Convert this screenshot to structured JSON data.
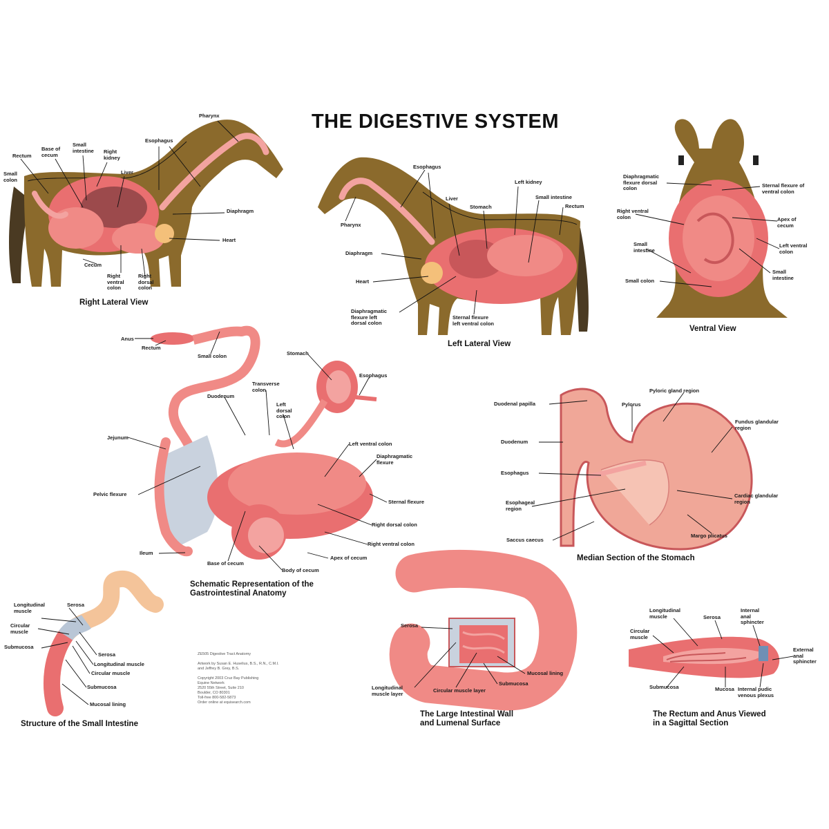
{
  "title": "THE DIGESTIVE SYSTEM",
  "captions": {
    "right_lateral": "Right Lateral View",
    "left_lateral": "Left Lateral View",
    "ventral": "Ventral View",
    "schematic": "Schematic Representation of the\nGastrointestinal Anatomy",
    "stomach_section": "Median Section of the Stomach",
    "small_intestine": "Structure of the Small Intestine",
    "large_intestine": "The Large Intestinal Wall\nand Lumenal Surface",
    "rectum": "The Rectum and Anus Viewed\nin a Sagittal Section"
  },
  "labels": {
    "right_lateral": {
      "pharynx": "Pharynx",
      "esophagus": "Esophagus",
      "rectum": "Rectum",
      "small_colon": "Small\ncolon",
      "base_of_cecum": "Base of\ncecum",
      "small_intestine": "Small\nintestine",
      "right_kidney": "Right\nkidney",
      "liver": "Liver",
      "diaphragm": "Diaphragm",
      "heart": "Heart",
      "cecum": "Cecum",
      "right_ventral_colon": "Right\nventral\ncolon",
      "right_dorsal_colon": "Right\ndorsal\ncolon"
    },
    "left_lateral": {
      "esophagus": "Esophagus",
      "left_kidney": "Left kidney",
      "liver": "Liver",
      "stomach": "Stomach",
      "small_intestine": "Small intestine",
      "rectum": "Rectum",
      "pharynx": "Pharynx",
      "diaphragm": "Diaphragm",
      "heart": "Heart",
      "diaphragmatic_flexure": "Diaphragmatic\nflexure left\ndorsal colon",
      "sternal_flexure": "Sternal flexure\nleft ventral colon"
    },
    "ventral": {
      "diaphragmatic_flexure": "Diaphragmatic\nflexure dorsal\ncolon",
      "sternal_flexure": "Sternal flexure of\nventral colon",
      "right_ventral_colon": "Right ventral\ncolon",
      "apex_of_cecum": "Apex of\ncecum",
      "small_intestine_left": "Small\nintestine",
      "left_ventral_colon": "Left ventral\ncolon",
      "small_intestine_right": "Small\nintestine",
      "small_colon": "Small colon"
    },
    "schematic": {
      "anus": "Anus",
      "rectum": "Rectum",
      "small_colon": "Small colon",
      "stomach": "Stomach",
      "esophagus": "Esophagus",
      "duodenum": "Duodenum",
      "transverse_colon": "Transverse\ncolon",
      "left_dorsal_colon": "Left\ndorsal\ncolon",
      "jejunum": "Jejunum",
      "left_ventral_colon": "Left ventral colon",
      "diaphragmatic_flexure": "Diaphragmatic\nflexure",
      "pelvic_flexure": "Pelvic flexure",
      "sternal_flexure": "Sternal flexure",
      "right_dorsal_colon": "Right dorsal colon",
      "right_ventral_colon": "Right ventral colon",
      "ileum": "Ileum",
      "base_of_cecum": "Base of cecum",
      "apex_of_cecum": "Apex of cecum",
      "body_of_cecum": "Body of cecum"
    },
    "stomach_section": {
      "duodenal_papilla": "Duodenal papilla",
      "pylorus": "Pylorus",
      "pyloric_gland": "Pyloric gland region",
      "fundus": "Fundus glandular\nregion",
      "duodenum": "Duodenum",
      "esophagus": "Esophagus",
      "esophageal_region": "Esophageal\nregion",
      "cardiac": "Cardiac glandular\nregion",
      "saccus": "Saccus caecus",
      "margo": "Margo plicatus"
    },
    "small_intestine": {
      "longitudinal_muscle_top": "Longitudinal\nmuscle",
      "serosa_top": "Serosa",
      "circular_muscle_top": "Circular\nmuscle",
      "submucosa_top": "Submucosa",
      "serosa": "Serosa",
      "longitudinal_muscle": "Longitudinal muscle",
      "circular_muscle": "Circular muscle",
      "submucosa": "Submucosa",
      "mucosal_lining": "Mucosal lining"
    },
    "large_intestine": {
      "serosa": "Serosa",
      "mucosal_lining": "Mucosal lining",
      "submucosa": "Submucosa",
      "longitudinal_muscle": "Longitudinal\nmuscle layer",
      "circular_muscle": "Circular muscle layer"
    },
    "rectum": {
      "longitudinal_muscle": "Longitudinal\nmuscle",
      "serosa": "Serosa",
      "internal_sphincter": "Internal\nanal\nsphincter",
      "circular_muscle": "Circular\nmuscle",
      "external_sphincter": "External\nanal\nsphincter",
      "submucosa": "Submucosa",
      "mucosa": "Mucosa",
      "pudic": "Internal pudic\nvenous plexus"
    }
  },
  "credits": "ZE505 Digestive Tract Anatomy\n\nArtwork by Susan E. Huselius, B.S., R.N., C.M.I.\nand Jeffrey B. Grey, B.S.\n\nCopyright 2003    Cruz Bay Publishing\n                  Equine Network\n                  2520 55th Street, Suite 210\n                  Boulder, CO 80301\n                  Toll-free 800-582-5873\n                  Order online at equisearch.com",
  "colors": {
    "horse_coat": "#8b6a2c",
    "organ_pink": "#e96f70",
    "organ_light": "#f3a3a0",
    "membrane": "#c9d2de",
    "stomach_interior": "#f0a798"
  }
}
